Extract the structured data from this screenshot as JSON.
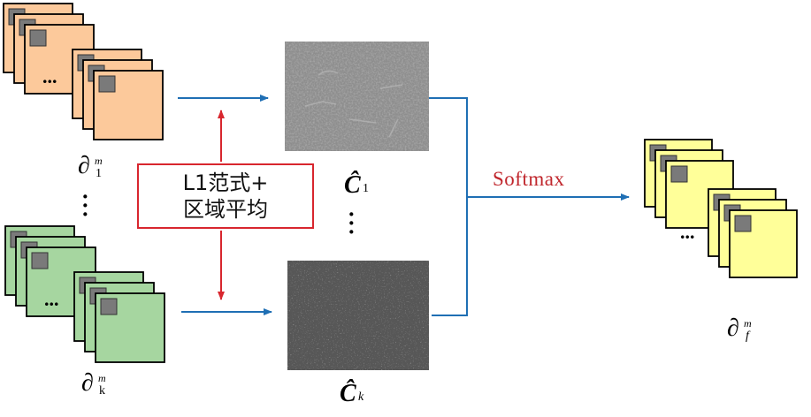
{
  "diagram": {
    "operation_box": {
      "line1": "L1范式+",
      "line2": "区域平均"
    },
    "softmax_label": "Softmax",
    "labels": {
      "top_stack": {
        "symbol": "∂",
        "sup": "m",
        "sub": "1"
      },
      "bottom_stack": {
        "symbol": "∂",
        "sup": "m",
        "sub": "k"
      },
      "output_stack": {
        "symbol": "∂",
        "sup": "m",
        "sub": "f"
      },
      "top_map": {
        "symbol": "Ĉ",
        "sub": "1"
      },
      "bottom_map": {
        "symbol": "Ĉ",
        "sub": "k"
      }
    },
    "ellipsis": "...",
    "vertical_ellipsis": "⋮",
    "colors": {
      "top_stack_fill": "#fcc99b",
      "bottom_stack_fill": "#a6d6a0",
      "output_stack_fill": "#ffff99",
      "arrow_blue": "#1f6fb4",
      "arrow_red": "#d8262e",
      "top_map_gray": "#8e8e8e",
      "bottom_map_gray": "#5a5a5a"
    }
  }
}
